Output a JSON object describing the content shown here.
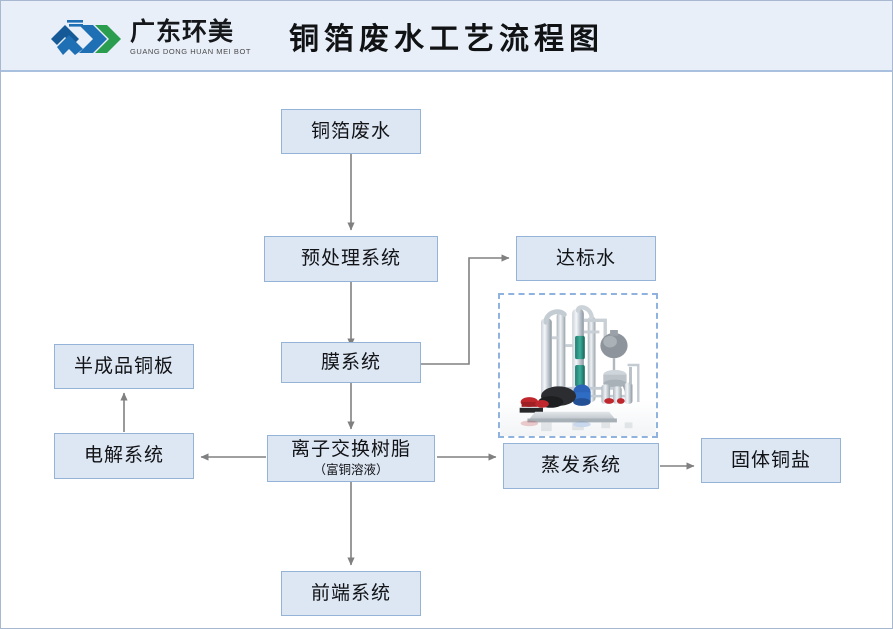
{
  "header": {
    "logo": {
      "icon_name": "guangdong-huanmei-chevron-logo",
      "company_cn": "广东环美",
      "company_en": "GUANG DONG HUAN MEI BOT",
      "colors": {
        "blue": "#1f6fb4",
        "dark_blue": "#155a96",
        "green": "#2a9d4e"
      }
    },
    "title": "铜箔废水工艺流程图",
    "background": "#e8eff9",
    "border_color": "#a9c0de"
  },
  "diagram": {
    "node_fill": "#dde6f3",
    "node_border": "#95b3d7",
    "edge_color": "#808080",
    "photo_panel": {
      "name": "evaporation-equipment-photo",
      "caption": "",
      "border_style": "dashed",
      "border_color": "#8fb2de"
    },
    "nodes": [
      {
        "id": "feed",
        "label": "铜箔废水",
        "sublabel": ""
      },
      {
        "id": "pretreat",
        "label": "预处理系统",
        "sublabel": ""
      },
      {
        "id": "membrane",
        "label": "膜系统",
        "sublabel": ""
      },
      {
        "id": "standard",
        "label": "达标水",
        "sublabel": ""
      },
      {
        "id": "resin",
        "label": "离子交换树脂",
        "sublabel": "（富铜溶液）"
      },
      {
        "id": "evaporation",
        "label": "蒸发系统",
        "sublabel": ""
      },
      {
        "id": "saltsolid",
        "label": "固体铜盐",
        "sublabel": ""
      },
      {
        "id": "electro",
        "label": "电解系统",
        "sublabel": ""
      },
      {
        "id": "copperplate",
        "label": "半成品铜板",
        "sublabel": ""
      },
      {
        "id": "frontend",
        "label": "前端系统",
        "sublabel": ""
      }
    ],
    "edges": [
      {
        "from": "feed",
        "to": "pretreat",
        "name": "edge-feed-to-pretreat"
      },
      {
        "from": "pretreat",
        "to": "membrane",
        "name": "edge-pretreat-to-membrane"
      },
      {
        "from": "membrane",
        "to": "standard",
        "name": "edge-membrane-to-standard"
      },
      {
        "from": "membrane",
        "to": "resin",
        "name": "edge-membrane-to-resin"
      },
      {
        "from": "resin",
        "to": "electro",
        "name": "edge-resin-to-electro"
      },
      {
        "from": "resin",
        "to": "evaporation",
        "name": "edge-resin-to-evaporation"
      },
      {
        "from": "resin",
        "to": "frontend",
        "name": "edge-resin-to-frontend"
      },
      {
        "from": "evaporation",
        "to": "saltsolid",
        "name": "edge-evaporation-to-saltsolid"
      },
      {
        "from": "electro",
        "to": "copperplate",
        "name": "edge-electro-to-copperplate"
      }
    ]
  }
}
